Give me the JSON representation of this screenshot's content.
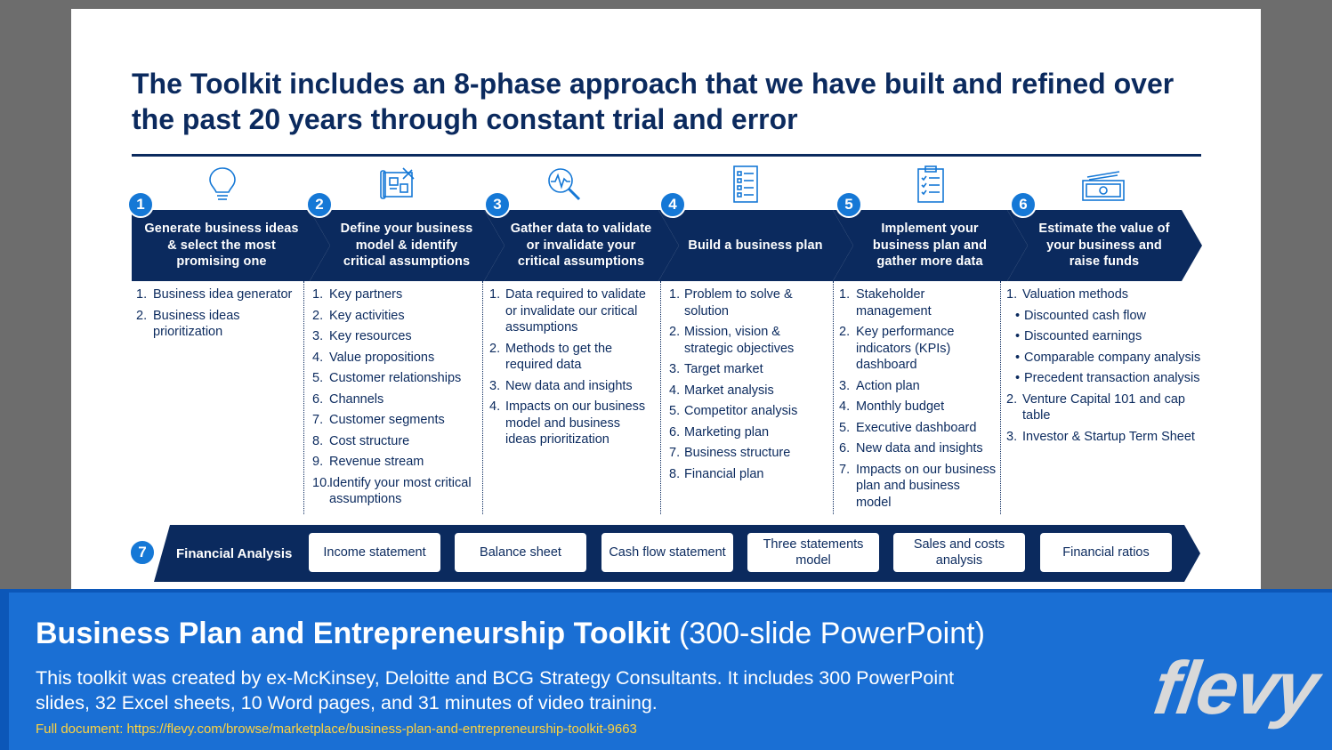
{
  "slide": {
    "title": "The Toolkit includes an 8-phase approach that we have built and refined over the past 20 years through constant trial and error"
  },
  "phases": [
    {
      "number": "1",
      "icon": "lightbulb-icon",
      "title": "Generate business ideas & select the most promising one",
      "items": [
        {
          "n": "1.",
          "text": "Business idea generator"
        },
        {
          "n": "2.",
          "text": "Business ideas prioritization"
        }
      ]
    },
    {
      "number": "2",
      "icon": "blueprint-icon",
      "title": "Define your business model & identify critical assumptions",
      "items": [
        {
          "n": "1.",
          "text": "Key partners"
        },
        {
          "n": "2.",
          "text": "Key activities"
        },
        {
          "n": "3.",
          "text": "Key resources"
        },
        {
          "n": "4.",
          "text": "Value propositions"
        },
        {
          "n": "5.",
          "text": "Customer relationships"
        },
        {
          "n": "6.",
          "text": "Channels"
        },
        {
          "n": "7.",
          "text": "Customer segments"
        },
        {
          "n": "8.",
          "text": "Cost structure"
        },
        {
          "n": "9.",
          "text": "Revenue stream"
        },
        {
          "n": "10.",
          "text": "Identify your most critical assumptions"
        }
      ]
    },
    {
      "number": "3",
      "icon": "magnifier-chart-icon",
      "title": "Gather data to validate or invalidate your critical assumptions",
      "items": [
        {
          "n": "1.",
          "text": "Data required to validate or invalidate our critical assumptions"
        },
        {
          "n": "2.",
          "text": "Methods to get the required data"
        },
        {
          "n": "3.",
          "text": "New data and insights"
        },
        {
          "n": "4.",
          "text": "Impacts on our business model and business ideas prioritization"
        }
      ]
    },
    {
      "number": "4",
      "icon": "document-list-icon",
      "title": "Build a business plan",
      "items": [
        {
          "n": "1.",
          "text": "Problem to solve & solution"
        },
        {
          "n": "2.",
          "text": "Mission, vision & strategic objectives"
        },
        {
          "n": "3.",
          "text": "Target market"
        },
        {
          "n": "4.",
          "text": "Market analysis"
        },
        {
          "n": "5.",
          "text": "Competitor analysis"
        },
        {
          "n": "6.",
          "text": "Marketing plan"
        },
        {
          "n": "7.",
          "text": "Business structure"
        },
        {
          "n": "8.",
          "text": "Financial plan"
        }
      ]
    },
    {
      "number": "5",
      "icon": "clipboard-checklist-icon",
      "title": "Implement your business plan and gather more data",
      "items": [
        {
          "n": "1.",
          "text": "Stakeholder management"
        },
        {
          "n": "2.",
          "text": "Key performance indicators (KPIs) dashboard"
        },
        {
          "n": "3.",
          "text": "Action plan"
        },
        {
          "n": "4.",
          "text": "Monthly budget"
        },
        {
          "n": "5.",
          "text": "Executive dashboard"
        },
        {
          "n": "6.",
          "text": "New data and insights"
        },
        {
          "n": "7.",
          "text": "Impacts on our business plan and business model"
        }
      ]
    },
    {
      "number": "6",
      "icon": "money-icon",
      "title": "Estimate the value of your business and raise funds",
      "items": [
        {
          "n": "1.",
          "text": "Valuation methods"
        },
        {
          "n": "•",
          "text": "Discounted cash flow",
          "sub": true
        },
        {
          "n": "•",
          "text": "Discounted earnings",
          "sub": true
        },
        {
          "n": "•",
          "text": "Comparable company analysis",
          "sub": true
        },
        {
          "n": "•",
          "text": "Precedent transaction analysis",
          "sub": true
        },
        {
          "n": "2.",
          "text": "Venture Capital 101 and cap table"
        },
        {
          "n": "3.",
          "text": "Investor & Startup Term Sheet"
        }
      ]
    }
  ],
  "financial_analysis": {
    "number": "7",
    "label": "Financial Analysis",
    "items": [
      "Income statement",
      "Balance sheet",
      "Cash flow statement",
      "Three statements model",
      "Sales and costs analysis",
      "Financial ratios"
    ]
  },
  "footer": {
    "title_bold": "Business Plan and Entrepreneurship Toolkit",
    "title_light": " (300-slide PowerPoint)",
    "description": "This toolkit was created by ex-McKinsey, Deloitte and BCG Strategy Consultants. It includes 300 PowerPoint slides, 32 Excel sheets, 10 Word pages, and 31 minutes of video training.",
    "document_link": "Full document: https://flevy.com/browse/marketplace/business-plan-and-entrepreneurship-toolkit-9663",
    "logo": "flevy"
  },
  "colors": {
    "navy": "#0b2a5e",
    "accent_blue": "#1578d6",
    "footer_blue": "#1a6fd4",
    "link_yellow": "#ffd33d"
  }
}
